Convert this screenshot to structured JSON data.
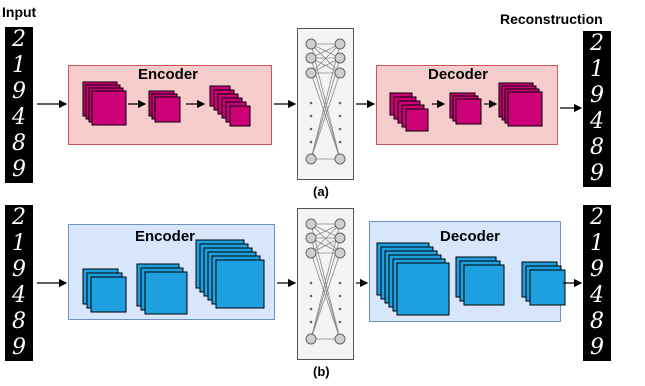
{
  "labels": {
    "input": "Input",
    "reconstruction": "Reconstruction",
    "caption_a": "(a)",
    "caption_b": "(b)"
  },
  "row_a": {
    "encoder": "Encoder",
    "decoder": "Decoder",
    "color": "#cc0077"
  },
  "row_b": {
    "encoder": "Encoder",
    "decoder": "Decoder",
    "color": "#1ea0e0"
  },
  "digits": [
    "2",
    "1",
    "9",
    "4",
    "8",
    "9"
  ]
}
